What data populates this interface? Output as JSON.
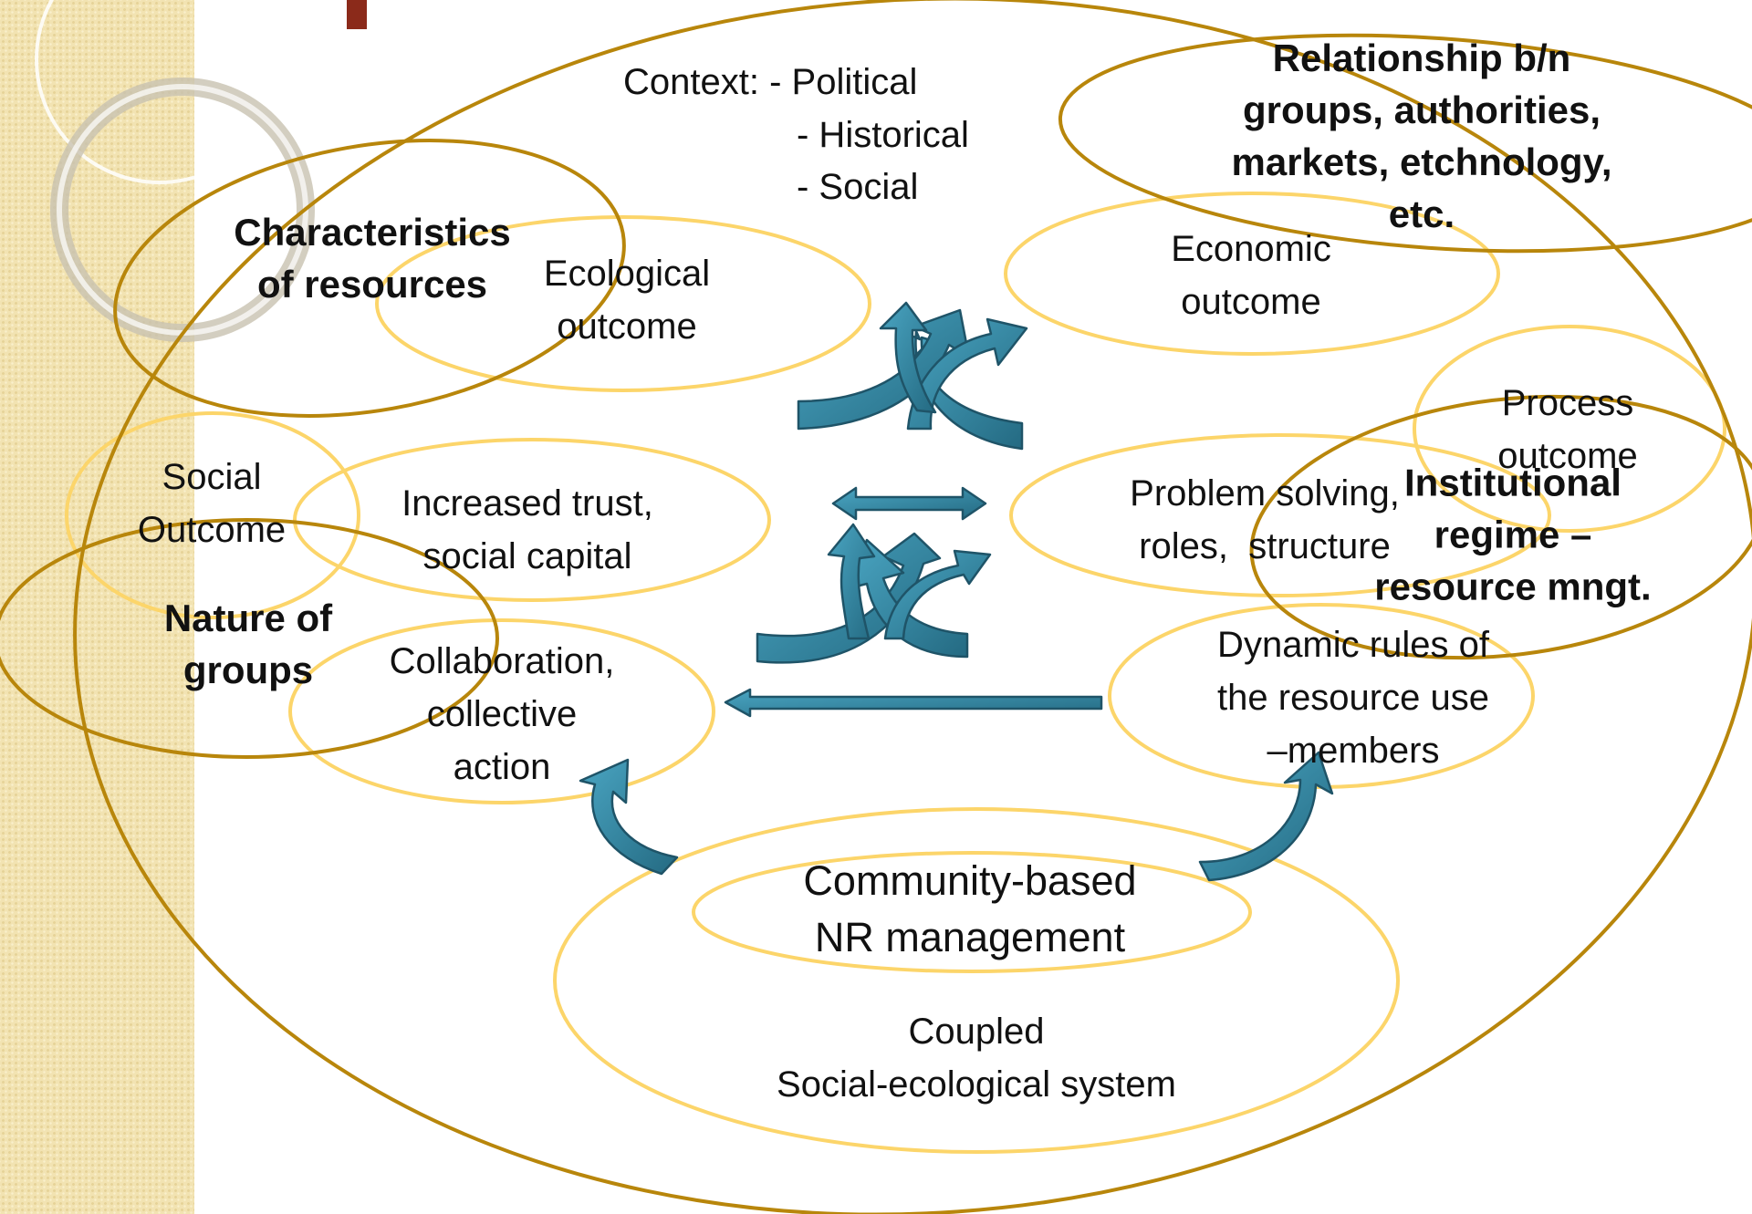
{
  "labels": {
    "context_prefix": "Context: - Political",
    "context_items": [
      "- Historical",
      "- Social"
    ],
    "relationship": "Relationship b/n\ngroups, authorities,\nmarkets, etchnology,\netc.",
    "characteristics": "Characteristics\nof resources",
    "ecological_outcome": "Ecological\noutcome",
    "economic_outcome": "Economic\noutcome",
    "process_outcome": "Process\noutcome",
    "institutional_regime": "Institutional\nregime –\nresource mngt.",
    "social_outcome": "Social\nOutcome",
    "increased_trust": "Increased trust,\nsocial capital",
    "problem_solving": "Problem solving,\nroles,  structure",
    "nature_of_groups": "Nature of\ngroups",
    "collaboration": "Collaboration,\ncollective\naction",
    "dynamic_rules": "Dynamic rules of\nthe resource use\n–members",
    "cbnrm": "Community-based\nNR management",
    "coupled": "Coupled\nSocial-ecological system"
  },
  "colors": {
    "sidebar": "#f2e3b2",
    "major_ellipse": "#b8860b",
    "minor_ellipse": "#fcd56a",
    "arrow_fill": "#31819b",
    "arrow_stroke": "#1f5468",
    "text": "#111111"
  },
  "icons": [
    "curved-cross-arrows-icon",
    "double-headed-arrow-icon",
    "left-arrow-icon",
    "curved-up-arrow-icon"
  ]
}
